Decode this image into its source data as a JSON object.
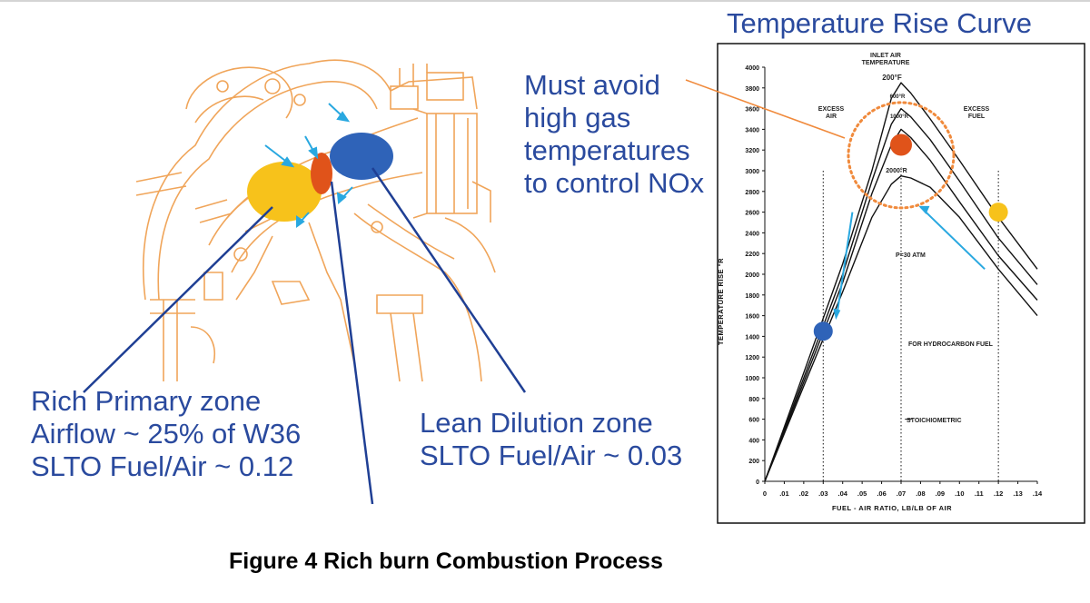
{
  "figure": {
    "caption": "Figure 4  Rich burn Combustion Process"
  },
  "left_panel": {
    "rich_zone_note": {
      "lines": [
        "Rich Primary zone",
        "Airflow ~ 25% of W36",
        "SLTO Fuel/Air ~ 0.12"
      ]
    },
    "lean_zone_note": {
      "lines": [
        "Lean Dilution zone",
        "SLTO Fuel/Air ~ 0.03"
      ]
    },
    "zone_colors": {
      "rich": "#f7c21b",
      "quench": "#e0531a",
      "lean": "#2f63b8"
    },
    "drawing_color": "#f0a55a"
  },
  "avoid_note": {
    "lines": [
      "Must avoid",
      "high gas",
      "temperatures",
      "to control NOx"
    ]
  },
  "right_panel": {
    "title": "Temperature Rise Curve",
    "inlet_label": [
      "INLET AIR",
      "TEMPERATURE"
    ],
    "excess_air": [
      "EXCESS",
      "AIR"
    ],
    "excess_fuel": [
      "EXCESS",
      "FUEL"
    ],
    "pressure_label": "P=30 ATM",
    "fuel_note": "FOR HYDROCARBON FUEL",
    "stoich_label": "STOICHIOMETRIC",
    "curve_labels": [
      "200°F",
      "600°R",
      "1000°R",
      "2000°R"
    ],
    "marker_colors": {
      "lean": "#2f63b8",
      "peak": "#e0531a",
      "rich": "#f7c21b",
      "circle": "#f08a3c"
    }
  },
  "chart_data": {
    "type": "line",
    "title": "Temperature Rise Curve",
    "xlabel": "FUEL - AIR RATIO, LB/LB OF AIR",
    "ylabel": "TEMPERATURE RISE °R",
    "xlim": [
      0,
      0.14
    ],
    "ylim": [
      0,
      4000
    ],
    "x_ticks": [
      "0",
      ".01",
      ".02",
      ".03",
      ".04",
      ".05",
      ".06",
      ".07",
      ".08",
      ".09",
      ".10",
      ".11",
      ".12",
      ".13",
      ".14"
    ],
    "y_ticks": [
      "0",
      "200",
      "400",
      "600",
      "800",
      "1000",
      "1200",
      "1400",
      "1600",
      "1800",
      "2000",
      "2200",
      "2400",
      "2600",
      "2800",
      "3000",
      "3200",
      "3400",
      "3600",
      "3800",
      "4000"
    ],
    "series": [
      {
        "name": "200°F",
        "x": [
          0,
          0.02,
          0.04,
          0.055,
          0.065,
          0.07,
          0.075,
          0.085,
          0.1,
          0.12,
          0.14
        ],
        "y": [
          0,
          1050,
          2100,
          3000,
          3700,
          3850,
          3750,
          3500,
          3100,
          2550,
          2050
        ]
      },
      {
        "name": "600°R",
        "x": [
          0,
          0.02,
          0.04,
          0.055,
          0.065,
          0.07,
          0.075,
          0.085,
          0.1,
          0.12,
          0.14
        ],
        "y": [
          0,
          1000,
          2000,
          2900,
          3450,
          3600,
          3520,
          3300,
          2900,
          2350,
          1900
        ]
      },
      {
        "name": "1000°R",
        "x": [
          0,
          0.02,
          0.04,
          0.055,
          0.065,
          0.07,
          0.075,
          0.085,
          0.1,
          0.12,
          0.14
        ],
        "y": [
          0,
          960,
          1920,
          2780,
          3250,
          3400,
          3320,
          3100,
          2700,
          2180,
          1750
        ]
      },
      {
        "name": "2000°R",
        "x": [
          0,
          0.02,
          0.04,
          0.055,
          0.065,
          0.07,
          0.075,
          0.085,
          0.1,
          0.12,
          0.14
        ],
        "y": [
          0,
          920,
          1830,
          2550,
          2870,
          2950,
          2930,
          2840,
          2550,
          2050,
          1600
        ]
      }
    ],
    "markers": [
      {
        "x": 0.03,
        "y": 1450
      },
      {
        "x": 0.07,
        "y": 3250
      },
      {
        "x": 0.12,
        "y": 2600
      }
    ],
    "reference_lines_x": [
      0.03,
      0.07,
      0.12
    ],
    "grid": false
  }
}
